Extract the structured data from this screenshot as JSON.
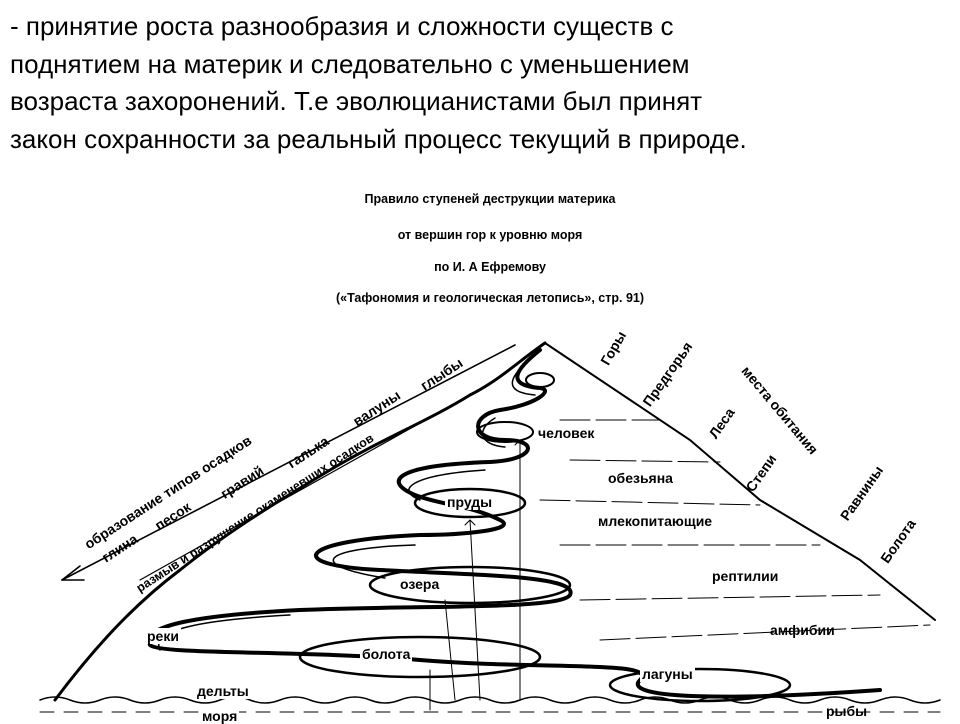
{
  "paragraph": {
    "lines": [
      "- принятие роста разнообразия и сложности существ с",
      "поднятием на материк и следовательно с уменьшением",
      "возраста захоронений. Т.е эволюцианистами был принят",
      "закон сохранности за реальный процесс текущий в природе."
    ]
  },
  "diagram": {
    "title_lines": [
      "Правило ступеней деструкции материка",
      "от вершин гор к уровню моря",
      "по И. А Ефремову",
      "(«Тафономия и геологическая летопись», стр. 91)"
    ],
    "right_zones": [
      "Горы",
      "Предгорья",
      "места обитания",
      "Леса",
      "Степи",
      "Равнины",
      "Болота"
    ],
    "organisms": [
      "человек",
      "обезьяна",
      "млекопитающие",
      "рептилии",
      "амфибии",
      "рыбы"
    ],
    "water_bodies": [
      "пруды",
      "озера",
      "реки",
      "болота",
      "лагуны",
      "дельты",
      "моря"
    ],
    "sediment_arrow_label": "образование типов осадков",
    "sediments": [
      "глина",
      "песок",
      "гравий",
      "галька",
      "валуны",
      "глыбы"
    ],
    "erosion_label": "размыв и разрушение окаменевших осадков"
  }
}
